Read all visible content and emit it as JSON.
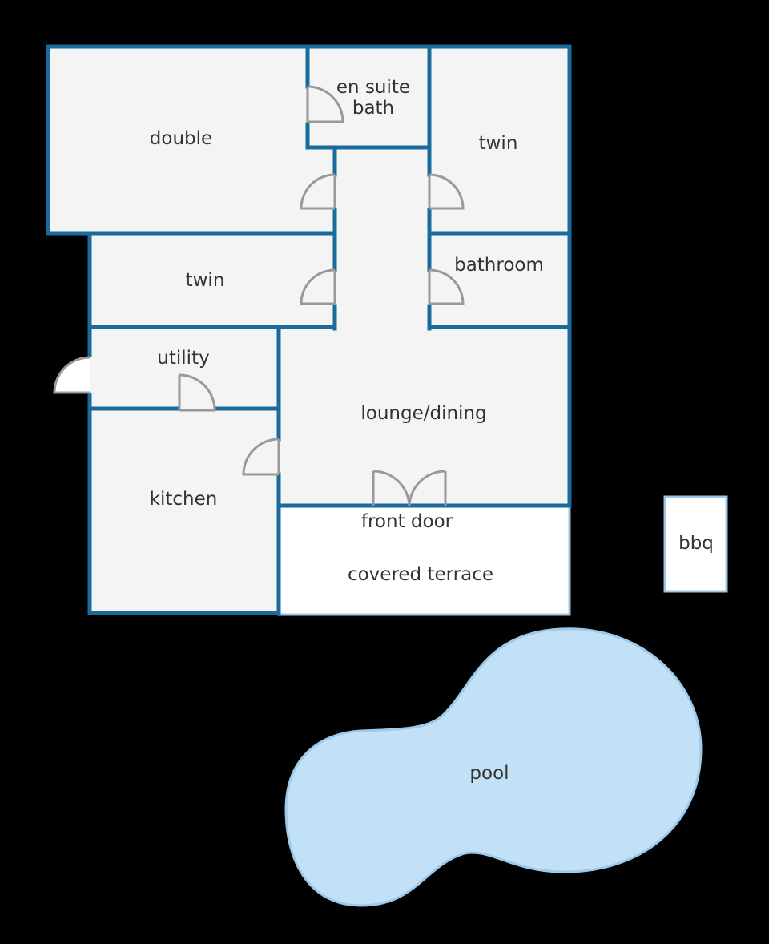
{
  "colors": {
    "background": "#000000",
    "wall": "#1a6a9c",
    "floor": "#f4f4f4",
    "terrace": "#ffffff",
    "light_outline": "#9cc4e4",
    "pool_fill": "#c2e0f6",
    "pool_outline": "#9dc9ea",
    "door": "#999999",
    "text": "#333333"
  },
  "rooms": {
    "double": "double",
    "en_suite_line1": "en suite",
    "en_suite_line2": "bath",
    "twin_right": "twin",
    "twin_left": "twin",
    "bathroom": "bathroom",
    "utility": "utility",
    "lounge": "lounge/dining",
    "kitchen": "kitchen",
    "front_door": "front door",
    "covered_terrace": "covered terrace",
    "bbq": "bbq",
    "pool": "pool"
  }
}
